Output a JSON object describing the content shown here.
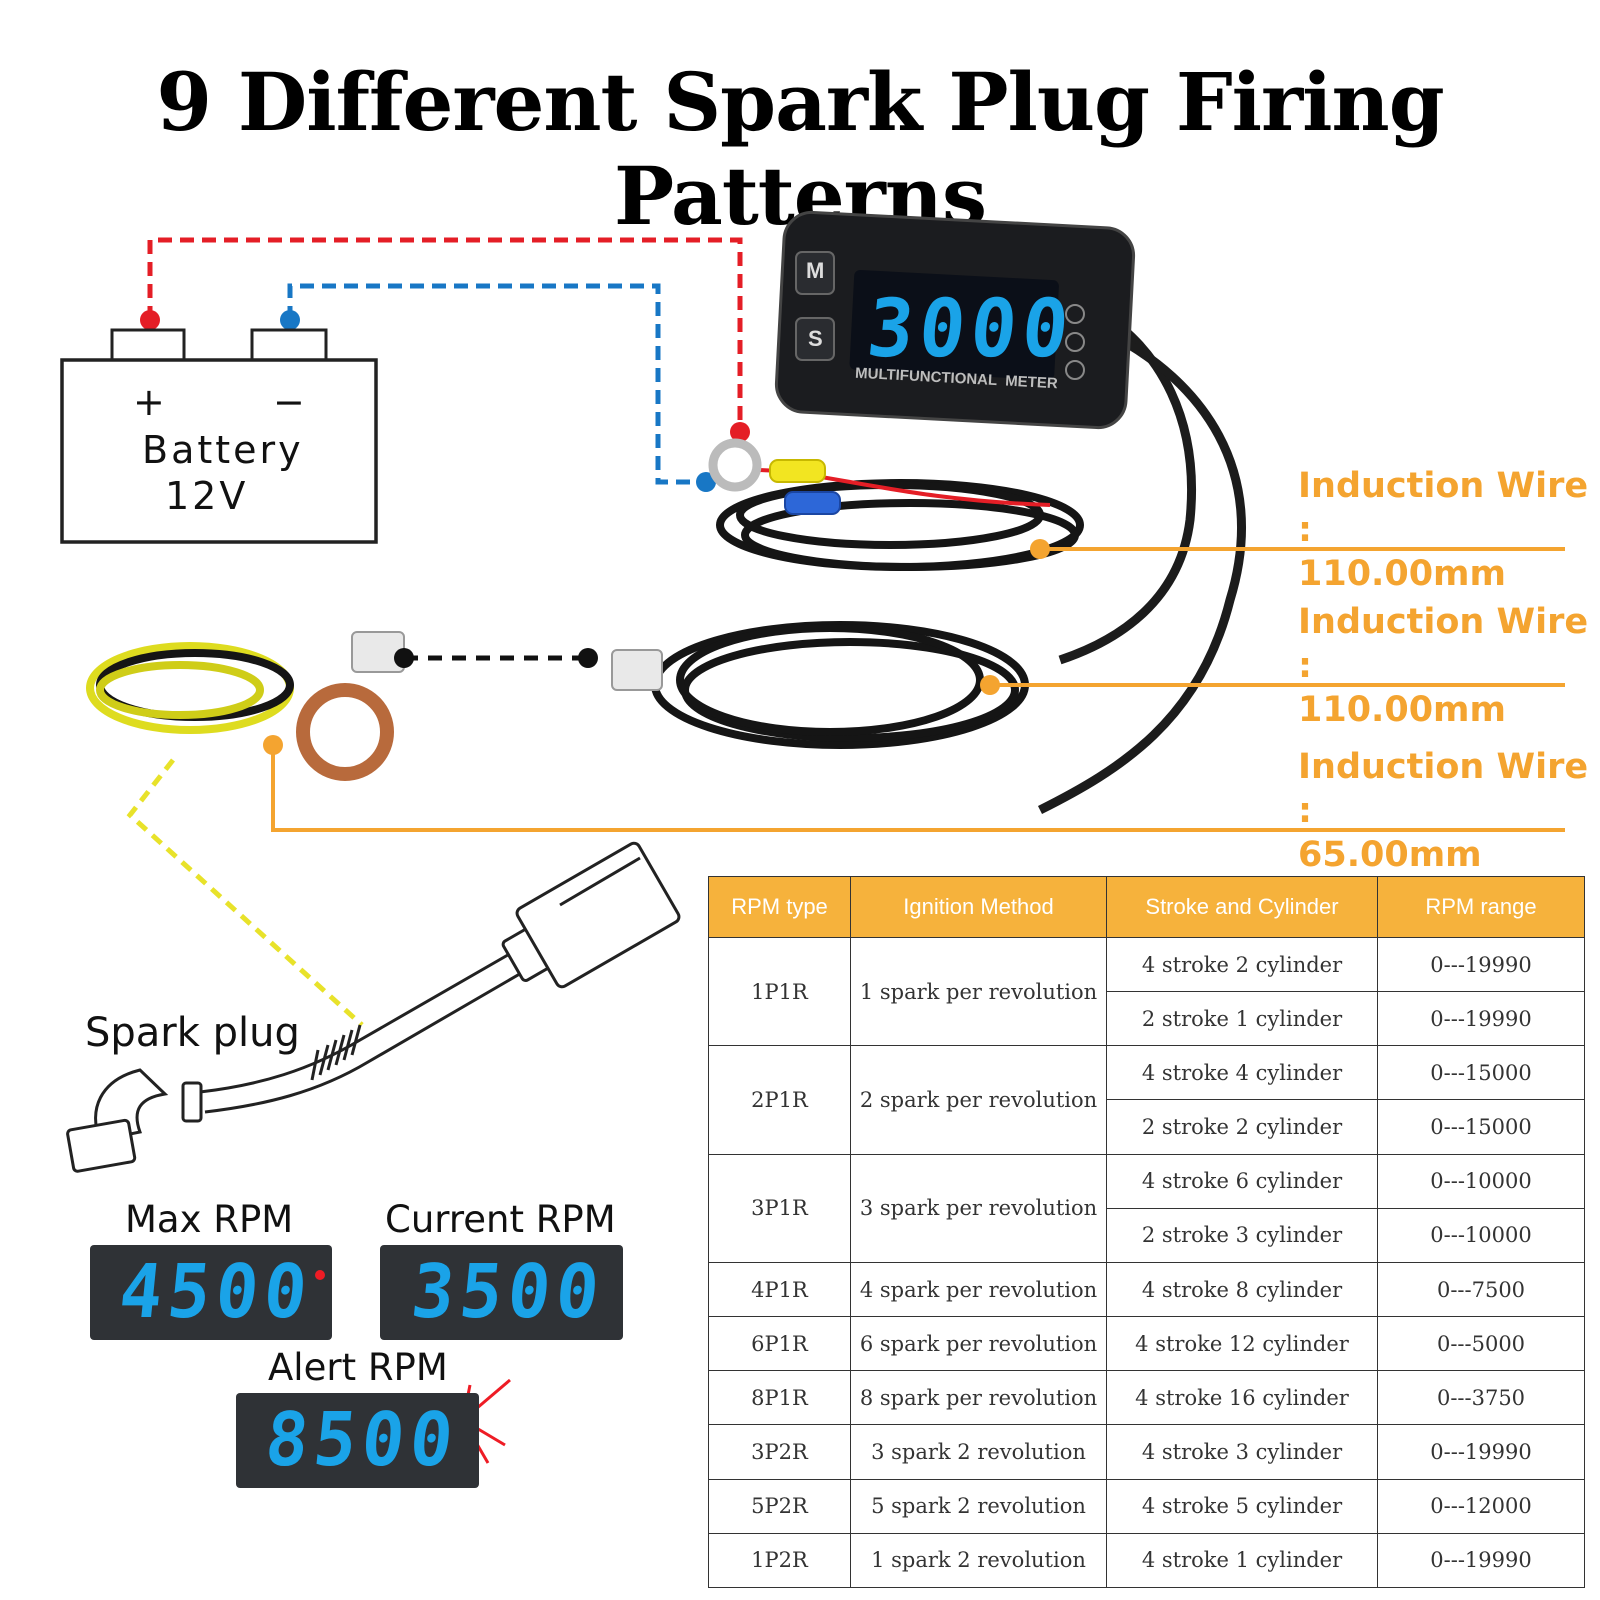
{
  "title": "9 Different Spark Plug Firing Patterns",
  "battery": {
    "plus": "+",
    "minus": "−",
    "label": "Battery",
    "voltage": "12V"
  },
  "meter": {
    "display": "3000",
    "brand": "MULTIFUNCTIONAL  METER",
    "button_m": "M",
    "button_s": "S"
  },
  "induction_wires": [
    {
      "label": "Induction Wire :",
      "length": "110.00mm"
    },
    {
      "label": "Induction Wire :",
      "length": "110.00mm"
    },
    {
      "label": "Induction Wire :",
      "length": "65.00mm"
    }
  ],
  "spark_plug_label": "Spark plug",
  "rpm_displays": {
    "max": {
      "label": "Max RPM",
      "value": "4500"
    },
    "current": {
      "label": "Current RPM",
      "value": "3500"
    },
    "alert": {
      "label": "Alert RPM",
      "value": "8500"
    }
  },
  "colors": {
    "accent": "#f4a430",
    "header": "#f6b23c",
    "lcd_blue": "#1aa3e8",
    "positive": "#e41e26",
    "negative": "#1877c5",
    "signal": "#e8e22a"
  },
  "table": {
    "headers": [
      "RPM type",
      "Ignition Method",
      "Stroke and Cylinder",
      "RPM range"
    ],
    "groups": [
      {
        "type": "1P1R",
        "method": "1 spark per revolution",
        "rows": [
          {
            "cyl": "4 stroke 2 cylinder",
            "range": "0---19990"
          },
          {
            "cyl": "2 stroke 1 cylinder",
            "range": "0---19990"
          }
        ]
      },
      {
        "type": "2P1R",
        "method": "2 spark per revolution",
        "rows": [
          {
            "cyl": "4 stroke 4 cylinder",
            "range": "0---15000"
          },
          {
            "cyl": "2 stroke 2 cylinder",
            "range": "0---15000"
          }
        ]
      },
      {
        "type": "3P1R",
        "method": "3 spark per revolution",
        "rows": [
          {
            "cyl": "4 stroke 6 cylinder",
            "range": "0---10000"
          },
          {
            "cyl": "2 stroke 3 cylinder",
            "range": "0---10000"
          }
        ]
      },
      {
        "type": "4P1R",
        "method": "4 spark per revolution",
        "rows": [
          {
            "cyl": "4 stroke 8 cylinder",
            "range": "0---7500"
          }
        ]
      },
      {
        "type": "6P1R",
        "method": "6 spark per revolution",
        "rows": [
          {
            "cyl": "4 stroke 12 cylinder",
            "range": "0---5000"
          }
        ]
      },
      {
        "type": "8P1R",
        "method": "8 spark per revolution",
        "rows": [
          {
            "cyl": "4 stroke 16 cylinder",
            "range": "0---3750"
          }
        ]
      },
      {
        "type": "3P2R",
        "method": "3 spark 2 revolution",
        "rows": [
          {
            "cyl": "4 stroke 3 cylinder",
            "range": "0---19990"
          }
        ]
      },
      {
        "type": "5P2R",
        "method": "5 spark 2 revolution",
        "rows": [
          {
            "cyl": "4 stroke 5 cylinder",
            "range": "0---12000"
          }
        ]
      },
      {
        "type": "1P2R",
        "method": "1 spark 2 revolution",
        "rows": [
          {
            "cyl": "4 stroke 1 cylinder",
            "range": "0---19990"
          }
        ]
      }
    ]
  }
}
